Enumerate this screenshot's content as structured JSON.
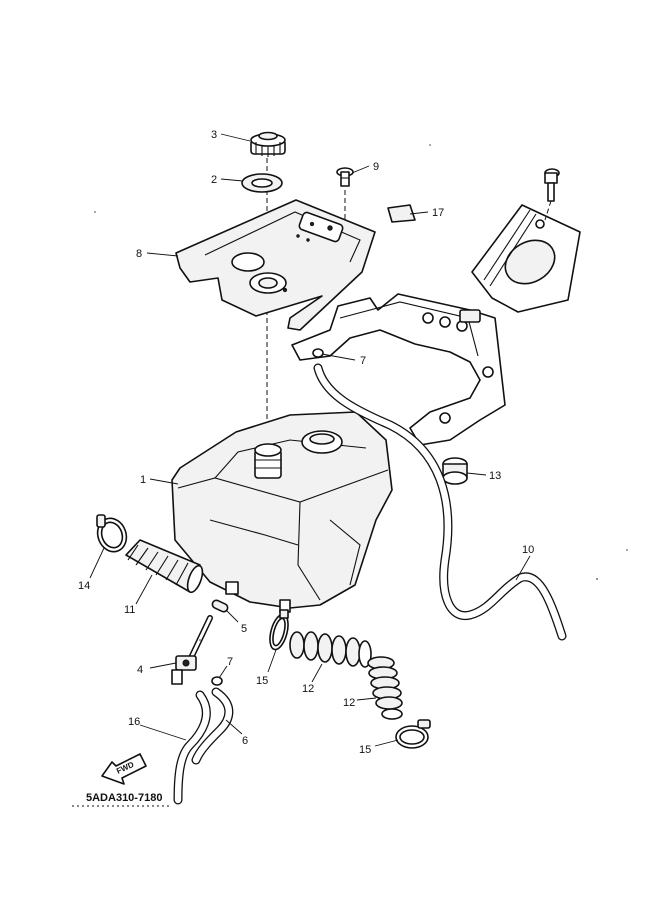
{
  "diagram": {
    "reference_code": "5ADA310-7180",
    "direction_label": "FWD",
    "parts": [
      {
        "id": "3",
        "name": "cap"
      },
      {
        "id": "2",
        "name": "gasket"
      },
      {
        "id": "9",
        "name": "screw"
      },
      {
        "id": "17",
        "name": "bracket-tab"
      },
      {
        "id": "8",
        "name": "tank-cover"
      },
      {
        "id": "7",
        "name": "clip"
      },
      {
        "id": "1",
        "name": "fuel-tank"
      },
      {
        "id": "13",
        "name": "damper"
      },
      {
        "id": "14",
        "name": "hose-clamp"
      },
      {
        "id": "11",
        "name": "boot"
      },
      {
        "id": "10",
        "name": "breather-hose"
      },
      {
        "id": "5",
        "name": "clip"
      },
      {
        "id": "4",
        "name": "fuel-cock"
      },
      {
        "id": "7b",
        "name": "clip"
      },
      {
        "id": "15",
        "name": "hose-clamp"
      },
      {
        "id": "12",
        "name": "boot"
      },
      {
        "id": "12b",
        "name": "boot"
      },
      {
        "id": "16",
        "name": "hose"
      },
      {
        "id": "6",
        "name": "hose"
      },
      {
        "id": "15b",
        "name": "hose-clamp"
      }
    ],
    "labels": {
      "p3": "3",
      "p2": "2",
      "p9": "9",
      "p17": "17",
      "p8": "8",
      "p7a": "7",
      "p1": "1",
      "p13": "13",
      "p14": "14",
      "p11": "11",
      "p10": "10",
      "p5": "5",
      "p4": "4",
      "p7b": "7",
      "p15a": "15",
      "p12a": "12",
      "p12b": "12",
      "p16": "16",
      "p6": "6",
      "p15b": "15"
    }
  }
}
